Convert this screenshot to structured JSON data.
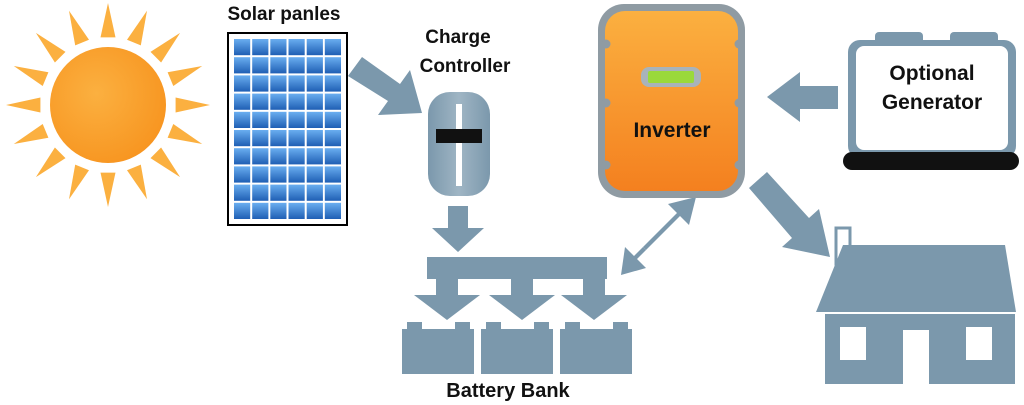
{
  "labels": {
    "solar_panels": "Solar panles",
    "charge_controller_line1": "Charge",
    "charge_controller_line2": "Controller",
    "inverter": "Inverter",
    "generator_line1": "Optional",
    "generator_line2": "Generator",
    "battery_bank": "Battery Bank"
  },
  "colors": {
    "sun": "#f7931e",
    "sun_light": "#fbb040",
    "panel_cell": "#2e6fc4",
    "panel_cell_light": "#5aa0e6",
    "component": "#7b98ac",
    "component_light": "#a3b8c6",
    "inverter": "#f68b1f",
    "inverter_light": "#fbb040",
    "inverter_border": "#9aa5ad",
    "display": "#9ad93b",
    "text": "#111111"
  }
}
